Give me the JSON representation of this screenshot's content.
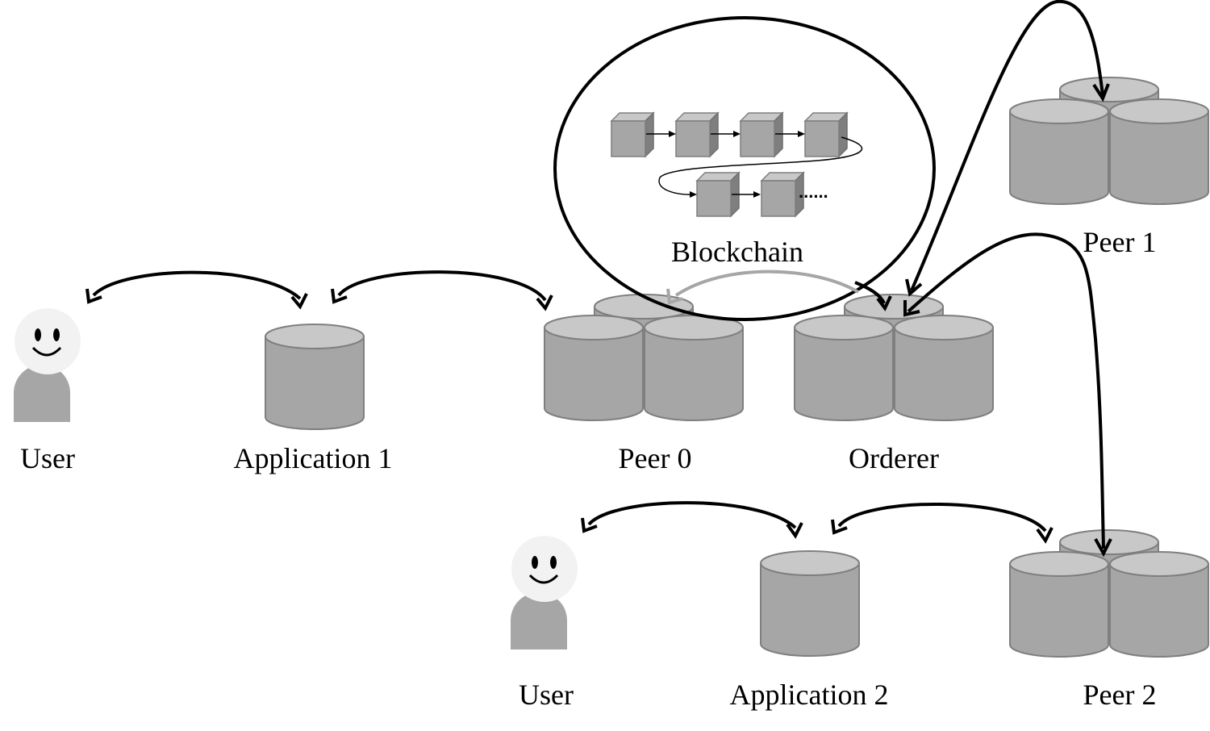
{
  "labels": {
    "user_1": "User",
    "application_1": "Application 1",
    "peer_0": "Peer 0",
    "orderer": "Orderer",
    "peer_1": "Peer 1",
    "blockchain": "Blockchain",
    "user_2": "User",
    "application_2": "Application 2",
    "peer_2": "Peer 2"
  },
  "chain_ellipsis": "......",
  "colors": {
    "node_body": "#a6a6a6",
    "node_top": "#c8c8c8",
    "node_stroke": "#7f7f7f",
    "face": "#f2f2f2",
    "arrow": "#000000",
    "arrow_muted": "#a6a6a6"
  }
}
